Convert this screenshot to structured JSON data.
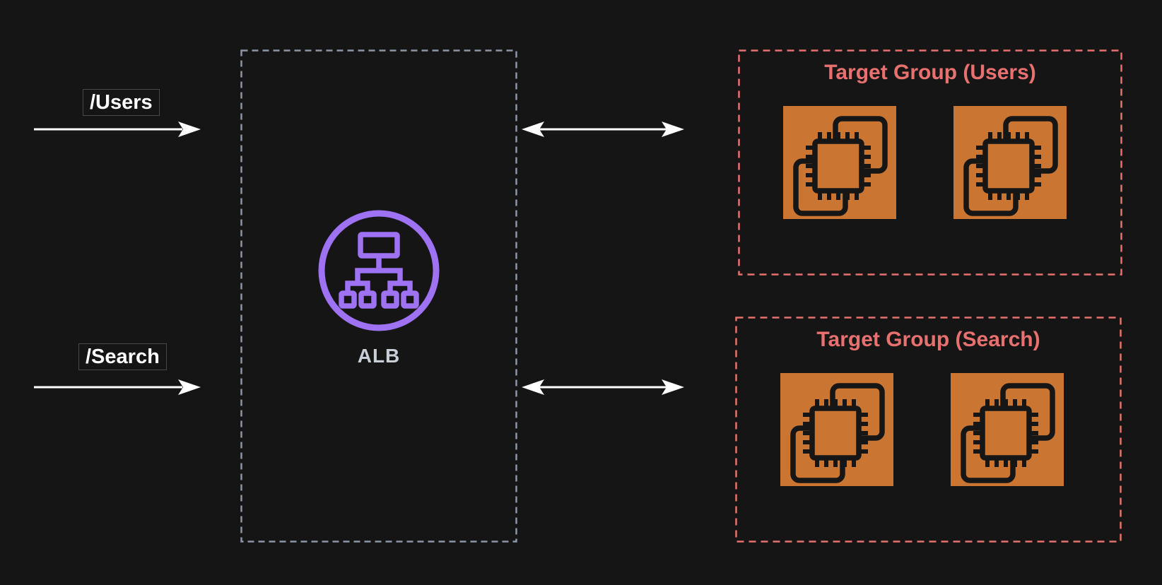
{
  "diagram": {
    "background_color": "#151515",
    "routes": [
      {
        "label": "/Users"
      },
      {
        "label": "/Search"
      }
    ],
    "load_balancer": {
      "label": "ALB",
      "accent_color": "#9e72f3",
      "boundary_color": "#8b97a9",
      "label_color": "#c9cfd8"
    },
    "target_groups": [
      {
        "title": "Target Group (Users)",
        "instance_count": 2
      },
      {
        "title": "Target Group (Search)",
        "instance_count": 2
      }
    ],
    "target_group_accent_color": "#e87170",
    "instance_tile_color": "#ca7531",
    "arrow_color": "#ffffff"
  }
}
